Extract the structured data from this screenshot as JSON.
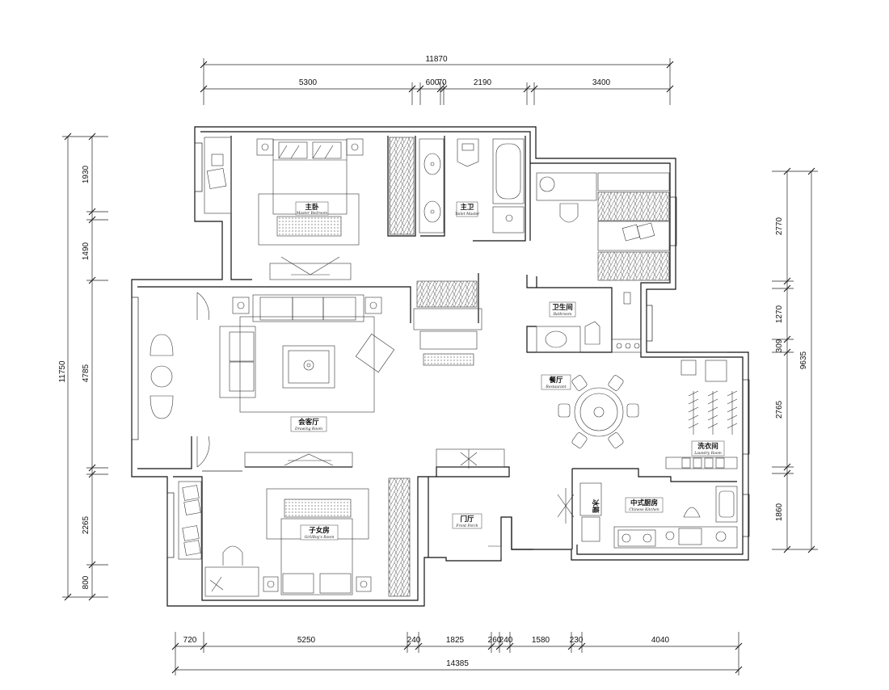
{
  "dimensions": {
    "top_total": "11870",
    "top_segments": [
      "5300",
      "600",
      "70",
      "2190",
      "3400"
    ],
    "bottom_total": "14385",
    "bottom_segments": [
      "720",
      "5250",
      "240",
      "1825",
      "260",
      "240",
      "1580",
      "230",
      "4040"
    ],
    "left_total": "11750",
    "left_segments": [
      "1930",
      "1490",
      "4785",
      "2265",
      "800"
    ],
    "right_total": "9635",
    "right_segments": [
      "2770",
      "1270",
      "309",
      "2765",
      "1860"
    ]
  },
  "rooms": {
    "master_bedroom": {
      "cn": "主卧",
      "en": "Master Bedroom"
    },
    "master_bath": {
      "cn": "主卫",
      "en": "Toilet Master"
    },
    "drawing_room": {
      "cn": "会客厅",
      "en": "Drawing Room"
    },
    "bathroom": {
      "cn": "卫生间",
      "en": "Bathroom"
    },
    "restaurant": {
      "cn": "餐厅",
      "en": "Restaurant"
    },
    "laundry_room": {
      "cn": "洗衣间",
      "en": "Laundry Room"
    },
    "chinese_kitchen": {
      "cn": "中式厨房",
      "en": "Chinese Kitchen"
    },
    "front_porch": {
      "cn": "门厅",
      "en": "Front Porch"
    },
    "kids_room": {
      "cn": "子女房",
      "en": "Girl/Boy's Room"
    }
  },
  "fixtures": {
    "fridge_label": "冰箱"
  }
}
